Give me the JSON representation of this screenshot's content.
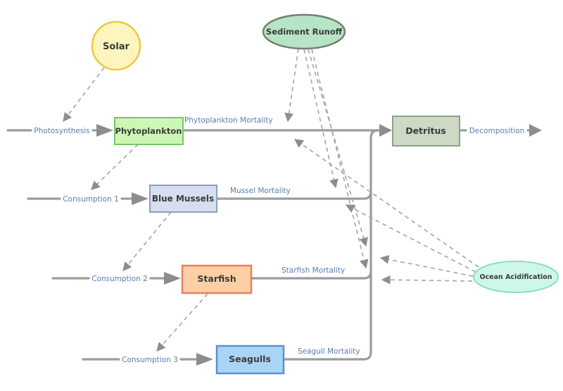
{
  "diagram": {
    "nodes": {
      "solar": {
        "label": "Solar",
        "fill": "#fdf5bf",
        "stroke": "#edc93f"
      },
      "sediment_runoff": {
        "label": "Sediment Runoff",
        "fill": "#b7e3c6",
        "stroke": "#6f806f"
      },
      "phytoplankton": {
        "label": "Phytoplankton",
        "fill": "#ccf7b5",
        "stroke": "#76c769"
      },
      "blue_mussels": {
        "label": "Blue Mussels",
        "fill": "#d7def0",
        "stroke": "#8f9dc2"
      },
      "starfish": {
        "label": "Starfish",
        "fill": "#fcd0a4",
        "stroke": "#ee7d67"
      },
      "seagulls": {
        "label": "Seagulls",
        "fill": "#a9d5f5",
        "stroke": "#5e90cd"
      },
      "detritus": {
        "label": "Detritus",
        "fill": "#cdd9c5",
        "stroke": "#8ba18a"
      },
      "ocean_acidification": {
        "label": "Ocean Acidification",
        "fill": "#cdf8e9",
        "stroke": "#88dec8"
      }
    },
    "flow_labels": {
      "photosynthesis": "Photosynthesis",
      "consumption_1": "Consumption 1",
      "consumption_2": "Consumption 2",
      "consumption_3": "Consumption 3",
      "phytoplankton_mortality": "Phytoplankton Mortality",
      "mussel_mortality": "Mussel Mortality",
      "starfish_mortality": "Starfish Mortality",
      "seagull_mortality": "Seagull Mortality",
      "decomposition": "Decomposition"
    },
    "colors": {
      "flow_line": "#9c9c9c",
      "arrowhead": "#8d8d8d",
      "dashed_link": "#a8a8a8",
      "flow_label_text": "#5b7cb0",
      "node_text": "#3b3b3b",
      "background": "#ffffff"
    }
  }
}
